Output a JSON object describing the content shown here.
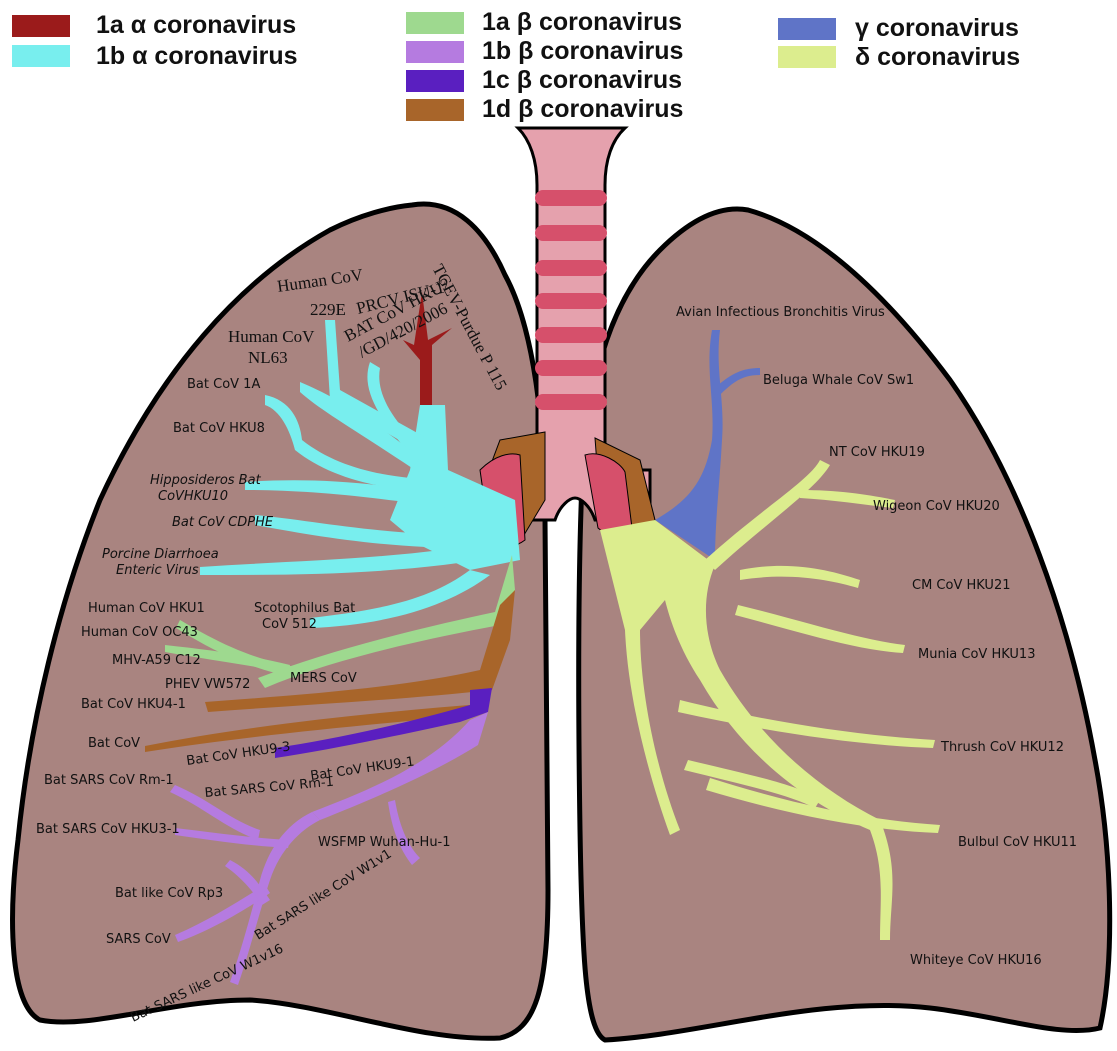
{
  "colors": {
    "alpha_1a": "#9b1b1b",
    "alpha_1b": "#78eeee",
    "beta_1a": "#9ed98f",
    "beta_1b": "#b57be0",
    "beta_1c": "#5a1fc0",
    "beta_1d": "#a8652a",
    "gamma": "#5f74c7",
    "delta": "#dced8e",
    "lung": "#a98480",
    "trachea": "#e5a1ad",
    "rings": "#d6506b"
  },
  "legend": [
    {
      "id": "alpha-1a",
      "text": "1a α coronavirus",
      "color_key": "alpha_1a"
    },
    {
      "id": "alpha-1b",
      "text": "1b α coronavirus",
      "color_key": "alpha_1b"
    },
    {
      "id": "beta-1a",
      "text": "1a β coronavirus",
      "color_key": "beta_1a"
    },
    {
      "id": "beta-1b",
      "text": "1b β coronavirus",
      "color_key": "beta_1b"
    },
    {
      "id": "beta-1c",
      "text": "1c β coronavirus",
      "color_key": "beta_1c"
    },
    {
      "id": "beta-1d",
      "text": "1d β coronavirus",
      "color_key": "beta_1d"
    },
    {
      "id": "gamma",
      "text": "γ coronavirus",
      "color_key": "gamma"
    },
    {
      "id": "delta",
      "text": "δ coronavirus",
      "color_key": "delta"
    }
  ],
  "labels": {
    "human_cov_229e_1": "Human CoV",
    "human_cov_229e_2": "229E",
    "prcv": "PRCV ISU-1",
    "tgev": "TGEV-Purdue P 115",
    "bat_hku2_1": "BAT CoV HKU2",
    "bat_hku2_2": "/GD/420/2006",
    "human_nl63_1": "Human CoV",
    "human_nl63_2": "NL63",
    "bat_1a": "Bat CoV 1A",
    "bat_hku8": "Bat CoV HKU8",
    "hippo_1": "Hipposideros Bat",
    "hippo_2": "CoVHKU10",
    "bat_cdphe": "Bat CoV CDPHE",
    "pedv_1": "Porcine Diarrhoea",
    "pedv_2": "Enteric Virus",
    "human_hku1": "Human CoV HKU1",
    "scoto_1": "Scotophilus Bat",
    "scoto_2": "CoV 512",
    "human_oc43": "Human CoV OC43",
    "mhv": "MHV-A59 C12",
    "phev": "PHEV VW572",
    "mers": "MERS CoV",
    "bat_hku4": "Bat CoV HKU4-1",
    "bat_cov": "Bat CoV",
    "bat_hku9_3": "Bat CoV HKU9-3",
    "bat_hku9_1": "Bat CoV HKU9-1",
    "sars_rm1_a": "Bat SARS CoV Rm-1",
    "sars_rm1_b": "Bat SARS CoV Rm-1",
    "sars_hku3": "Bat SARS CoV HKU3-1",
    "wsfmp": "WSFMP Wuhan-Hu-1",
    "rp3": "Bat like CoV Rp3",
    "w1v1": "Bat SARS like CoV W1v1",
    "sars": "SARS CoV",
    "w1v16": "Bat SARS like CoV W1v16",
    "avian_ibv": "Avian Infectious Bronchitis Virus",
    "beluga": "Beluga Whale CoV Sw1",
    "nt_hku19": "NT CoV HKU19",
    "wigeon": "Wigeon CoV HKU20",
    "cm_hku21": "CM CoV HKU21",
    "munia": "Munia CoV HKU13",
    "thrush": "Thrush CoV HKU12",
    "bulbul": "Bulbul CoV HKU11",
    "whiteye": "Whiteye CoV HKU16"
  }
}
